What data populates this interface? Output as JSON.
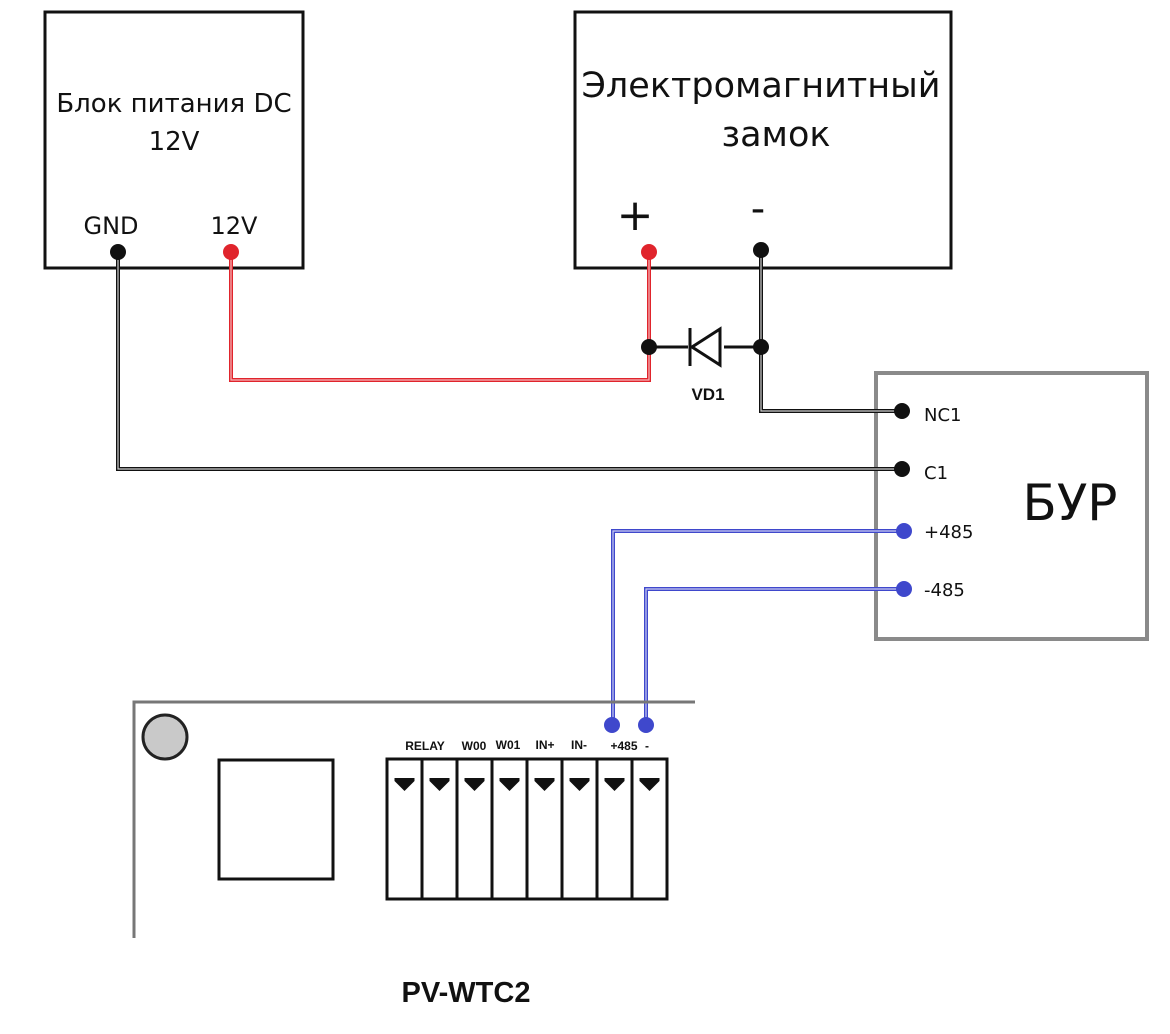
{
  "power_supply": {
    "title_line1": "Блок питания DC",
    "title_line2": "12V",
    "gnd_label": "GND",
    "v12_label": "12V"
  },
  "lock": {
    "title_line1": "Электромагнитный",
    "title_line2": "замок",
    "plus_label": "+",
    "minus_label": "-"
  },
  "diode": {
    "label": "VD1"
  },
  "bur": {
    "title": "БУР",
    "terminals": [
      "NC1",
      "C1",
      "+485",
      "-485"
    ]
  },
  "controller": {
    "title": "PV-WTC2",
    "terminal_labels": [
      "RELAY",
      "W00",
      "W01",
      "IN+",
      "IN-",
      "+485",
      "-"
    ]
  },
  "colors": {
    "wire_black": "#111111",
    "wire_red": "#e0242c",
    "wire_blue": "#3f48cc",
    "box_gray": "#8a8a8a",
    "led_gray": "#c9c9c9"
  }
}
